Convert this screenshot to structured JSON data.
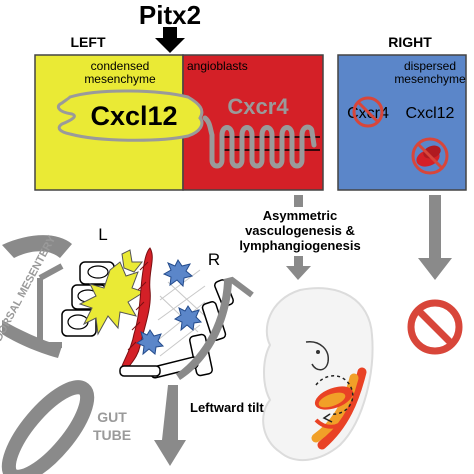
{
  "header": {
    "pitx2": "Pitx2",
    "left": "LEFT",
    "right": "RIGHT"
  },
  "left_box": {
    "condensed_line1": "condensed",
    "condensed_line2": "mesenchyme",
    "angioblasts": "angioblasts",
    "cxcl12": "Cxcl12",
    "cxcr4": "Cxcr4"
  },
  "right_box": {
    "dispersed_line1": "dispersed",
    "dispersed_line2": "mesenchyme",
    "cxcr4": "Cxcr4",
    "cxcl12": "Cxcl12"
  },
  "process": {
    "line1": "Asymmetric",
    "line2": "vasculogenesis &",
    "line3": "lymphangiogenesis"
  },
  "lower": {
    "l": "L",
    "r": "R",
    "dorsal_mesentery": "DORSAL MESENTERY",
    "gut_line1": "GUT",
    "gut_line2": "TUBE",
    "leftward_tilt": "Leftward tilt"
  },
  "colors": {
    "yellow": "#eaea35",
    "red": "#d42027",
    "blue": "#5b86c9",
    "gray": "#8a8a8a",
    "stop_red": "#d8463a"
  }
}
